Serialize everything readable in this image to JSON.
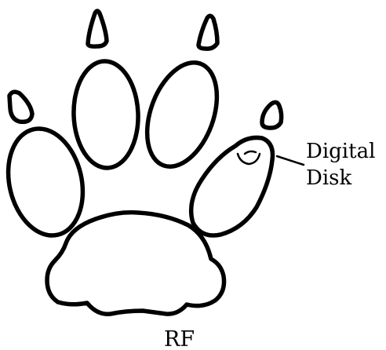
{
  "figure": {
    "side_label": "RF",
    "annotation_line1": "Digital",
    "annotation_line2": "Disk"
  },
  "colors": {
    "stroke": "#000000",
    "background": "#ffffff"
  }
}
